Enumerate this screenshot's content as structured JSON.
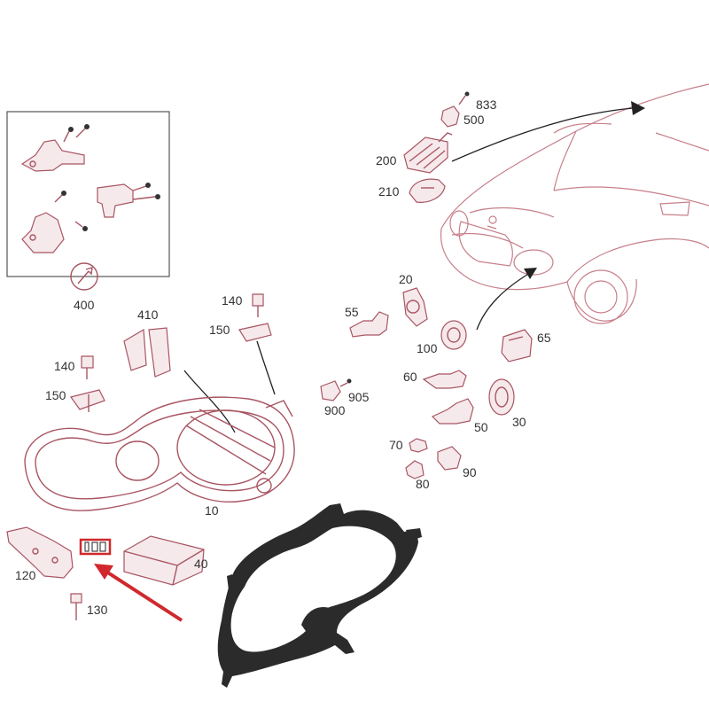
{
  "diagram": {
    "labels": {
      "p833": "833",
      "p500": "500",
      "p200": "200",
      "p210": "210",
      "p400": "400",
      "p410": "410",
      "p140a": "140",
      "p150a": "150",
      "p140b": "140",
      "p150b": "150",
      "p900": "900",
      "p905": "905",
      "p20": "20",
      "p55": "55",
      "p100": "100",
      "p65": "65",
      "p60": "60",
      "p50": "50",
      "p30": "30",
      "p70": "70",
      "p80": "80",
      "p90": "90",
      "p10": "10",
      "p40": "40",
      "p120": "120",
      "p130": "130"
    },
    "colors": {
      "line_art": "#c77f8a",
      "highlight": "#d0282c",
      "gasket": "#2b2b2b",
      "text": "#333333"
    }
  }
}
